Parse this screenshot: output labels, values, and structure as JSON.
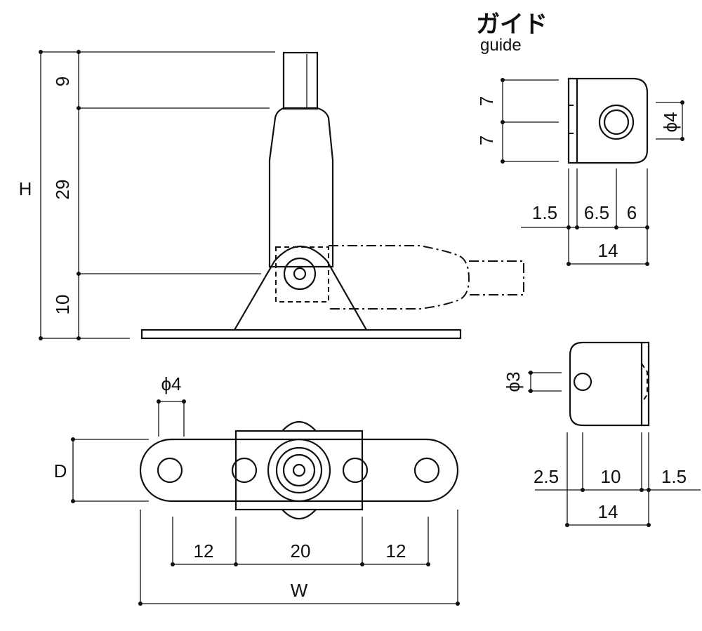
{
  "guide": {
    "title_jp": "ガイド",
    "title_en": "guide"
  },
  "side_view": {
    "dim_h": "H",
    "dim_top": "9",
    "dim_mid": "29",
    "dim_bottom": "10"
  },
  "plan_view": {
    "dim_d": "D",
    "dim_w": "W",
    "hole_dia": "ϕ4",
    "dim_left": "12",
    "dim_center": "20",
    "dim_right": "12"
  },
  "guide_top": {
    "dim_upper": "7",
    "dim_lower": "7",
    "hole_dia": "ϕ4",
    "dim_a": "1.5",
    "dim_b": "6.5",
    "dim_c": "6",
    "dim_total": "14"
  },
  "guide_bottom": {
    "hole_dia": "ϕ3",
    "dim_a": "2.5",
    "dim_b": "10",
    "dim_c": "1.5",
    "dim_total": "14"
  }
}
